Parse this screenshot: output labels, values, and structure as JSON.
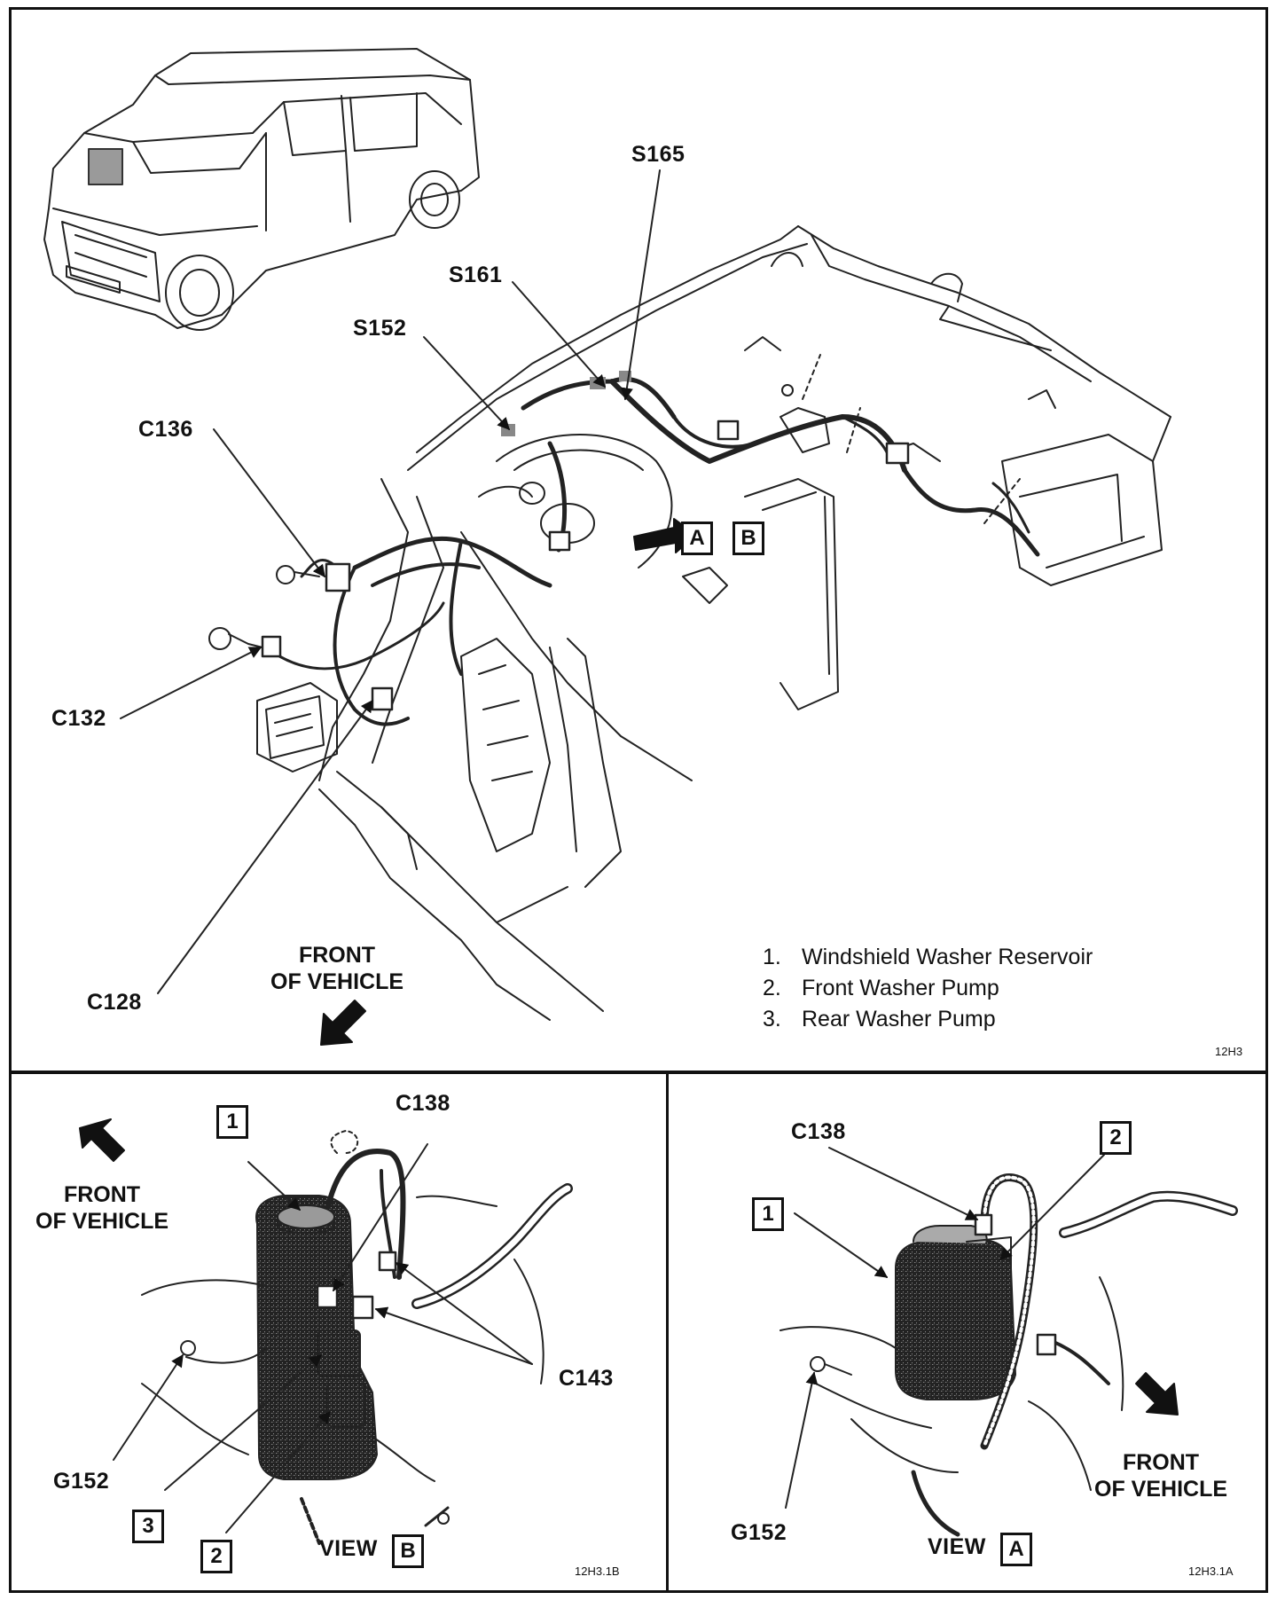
{
  "main_view": {
    "labels": {
      "s165": "S165",
      "s161": "S161",
      "s152": "S152",
      "c136": "C136",
      "c132": "C132",
      "c128": "C128"
    },
    "front_of_vehicle": {
      "line1": "FRONT",
      "line2": "OF VEHICLE"
    },
    "view_boxes": {
      "a": "A",
      "b": "B"
    },
    "legend": [
      {
        "num": "1.",
        "text": "Windshield Washer Reservoir"
      },
      {
        "num": "2.",
        "text": "Front Washer Pump"
      },
      {
        "num": "3.",
        "text": "Rear Washer Pump"
      }
    ],
    "figure_id": "12H3"
  },
  "view_b": {
    "labels": {
      "c138": "C138",
      "c143": "C143",
      "g152": "G152"
    },
    "callouts": {
      "one": "1",
      "two": "2",
      "three": "3"
    },
    "front_of_vehicle": {
      "line1": "FRONT",
      "line2": "OF VEHICLE"
    },
    "title": "VIEW",
    "title_box": "B",
    "figure_id": "12H3.1B"
  },
  "view_a": {
    "labels": {
      "c138": "C138",
      "g152": "G152"
    },
    "callouts": {
      "one": "1",
      "two": "2"
    },
    "front_of_vehicle": {
      "line1": "FRONT",
      "line2": "OF VEHICLE"
    },
    "title": "VIEW",
    "title_box": "A",
    "figure_id": "12H3.1A"
  }
}
